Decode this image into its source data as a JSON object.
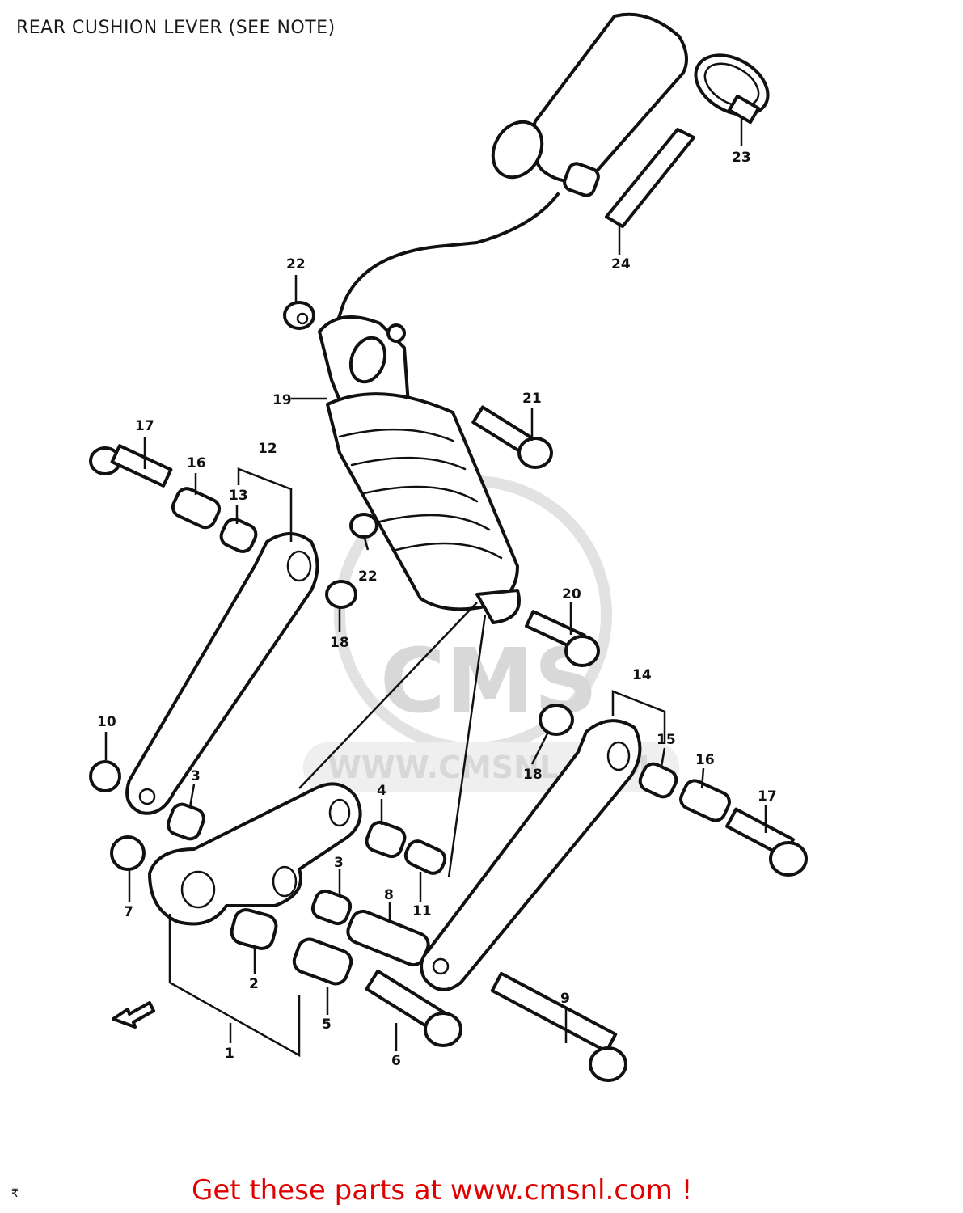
{
  "title": "REAR CUSHION LEVER (SEE NOTE)",
  "watermark": {
    "logo_text": "CMS",
    "url_text": "WWW.CMSNL.COM"
  },
  "footer": {
    "link_text": "Get these parts at www.cmsnl.com !",
    "link_color": "#e00000",
    "corner_mark": "₹"
  },
  "callouts": [
    {
      "id": "1",
      "label": "1"
    },
    {
      "id": "2",
      "label": "2"
    },
    {
      "id": "3a",
      "label": "3"
    },
    {
      "id": "3b",
      "label": "3"
    },
    {
      "id": "4",
      "label": "4"
    },
    {
      "id": "5",
      "label": "5"
    },
    {
      "id": "6",
      "label": "6"
    },
    {
      "id": "7",
      "label": "7"
    },
    {
      "id": "8",
      "label": "8"
    },
    {
      "id": "9",
      "label": "9"
    },
    {
      "id": "10",
      "label": "10"
    },
    {
      "id": "11",
      "label": "11"
    },
    {
      "id": "12",
      "label": "12"
    },
    {
      "id": "13",
      "label": "13"
    },
    {
      "id": "14",
      "label": "14"
    },
    {
      "id": "15",
      "label": "15"
    },
    {
      "id": "16a",
      "label": "16"
    },
    {
      "id": "16b",
      "label": "16"
    },
    {
      "id": "17a",
      "label": "17"
    },
    {
      "id": "17b",
      "label": "17"
    },
    {
      "id": "18a",
      "label": "18"
    },
    {
      "id": "18b",
      "label": "18"
    },
    {
      "id": "19",
      "label": "19"
    },
    {
      "id": "20",
      "label": "20"
    },
    {
      "id": "21",
      "label": "21"
    },
    {
      "id": "22a",
      "label": "22"
    },
    {
      "id": "22b",
      "label": "22"
    },
    {
      "id": "23",
      "label": "23"
    },
    {
      "id": "24",
      "label": "24"
    }
  ],
  "colors": {
    "line": "#111111",
    "background": "#ffffff",
    "watermark": "#d8d8d8"
  }
}
